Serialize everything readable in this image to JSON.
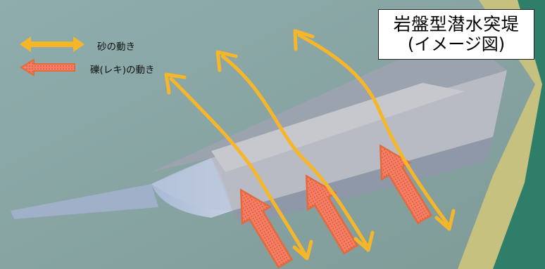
{
  "title": {
    "main": "岩盤型潜水突堤",
    "sub": "(イメージ図)"
  },
  "legend": {
    "sand_label": "砂の動き",
    "gravel_label": "礫(レキ)の動き"
  },
  "colors": {
    "sand_arrow": "#f5b82a",
    "gravel_arrow_fill": "#f27860",
    "gravel_arrow_outline": "#e86a3c",
    "sea": "#8aa7a7",
    "breakwater_top": "#b4b7bf",
    "breakwater_side": "#8f9aaa",
    "shore_sand": "#c8c27e",
    "shore_green": "#2f7f6a"
  }
}
